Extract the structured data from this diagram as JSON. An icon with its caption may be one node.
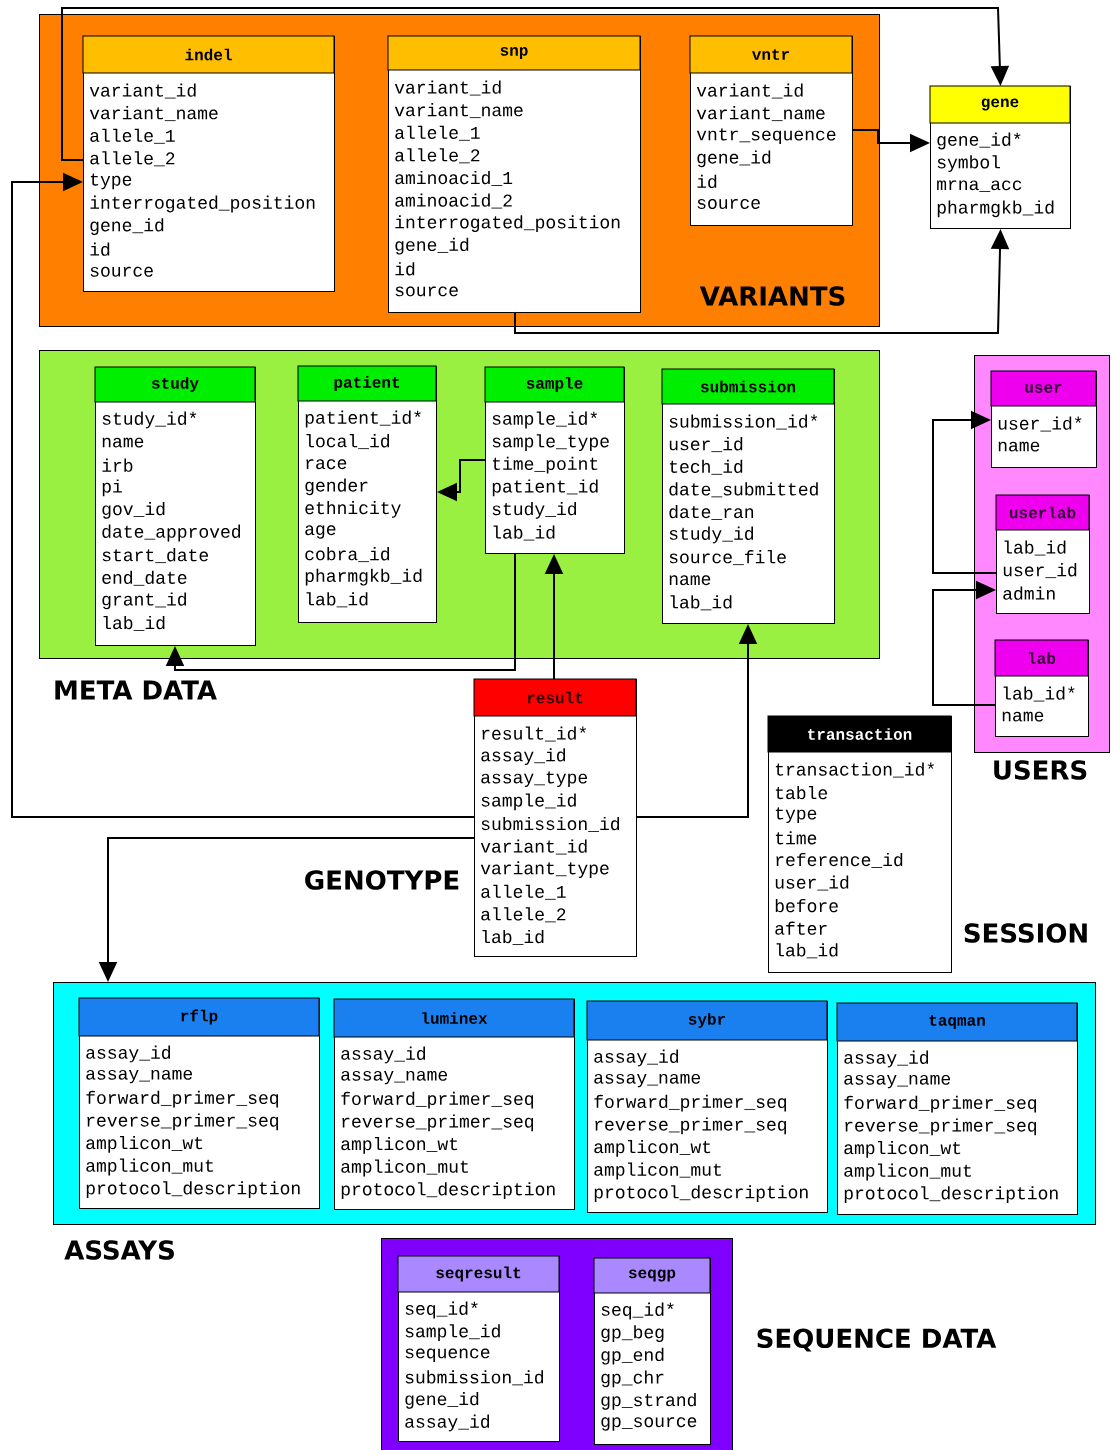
{
  "diagram": {
    "nodes": [
      {
        "text": [
          "VARIANTS"
        ]
      },
      {
        "text": [
          "indel",
          "variant_id",
          "variant_name",
          "allele_1",
          "allele_2",
          "type",
          "interrogated_position",
          "gene_id",
          "id",
          "source"
        ],
        "in": 0
      },
      {
        "text": [
          "snp",
          "variant_id",
          "variant_name",
          "allele_1",
          "allele_2",
          "aminoacid_1",
          "aminoacid_2",
          "interrogated_position",
          "gene_id",
          "id",
          "source"
        ],
        "in": 0
      },
      {
        "text": [
          "vntr",
          "variant_id",
          "variant_name",
          "vntr_sequence",
          "gene_id",
          "id",
          "source"
        ],
        "in": 0
      },
      {
        "text": [
          "gene",
          "gene_id*",
          "symbol",
          "mrna_acc",
          "pharmgkb_id"
        ]
      },
      {
        "text": [
          "META DATA"
        ]
      },
      {
        "text": [
          "study",
          "study_id*",
          "name",
          "irb",
          "pi",
          "gov_id",
          "date_approved",
          "start_date",
          "end_date",
          "grant_id",
          "lab_id"
        ],
        "in": 5
      },
      {
        "text": [
          "patient",
          "patient_id*",
          "local_id",
          "race",
          "gender",
          "ethnicity",
          "age",
          "cobra_id",
          "pharmgkb_id",
          "lab_id"
        ],
        "in": 5
      },
      {
        "text": [
          "sample",
          "sample_id*",
          "sample_type",
          "time_point",
          "patient_id",
          "study_id",
          "lab_id"
        ],
        "in": 5
      },
      {
        "text": [
          "submission",
          "submission_id*",
          "user_id",
          "tech_id",
          "date_submitted",
          "date_ran",
          "study_id",
          "source_file",
          "name",
          "lab_id"
        ],
        "in": 5
      },
      {
        "text": [
          "USERS"
        ]
      },
      {
        "text": [
          "user",
          "user_id*",
          "name"
        ],
        "in": 10
      },
      {
        "text": [
          "userlab",
          "lab_id",
          "user_id",
          "admin"
        ],
        "in": 10
      },
      {
        "text": [
          "lab",
          "lab_id*",
          "name"
        ],
        "in": 10
      },
      {
        "text": [
          "result",
          "result_id*",
          "assay_id",
          "assay_type",
          "sample_id",
          "submission_id",
          "variant_id",
          "variant_type",
          "allele_1",
          "allele_2",
          "lab_id"
        ],
        "beside": [
          "GENOTYPE"
        ]
      },
      {
        "text": [
          "transaction",
          "transaction_id*",
          "table",
          "type",
          "time",
          "reference_id",
          "user_id",
          "before",
          "after",
          "lab_id"
        ],
        "beside": [
          "SESSION"
        ]
      },
      {
        "text": [
          "ASSAYS"
        ]
      },
      {
        "text": [
          "rflp",
          "assay_id",
          "assay_name",
          "forward_primer_seq",
          "reverse_primer_seq",
          "amplicon_wt",
          "amplicon_mut",
          "protocol_description"
        ],
        "in": 16
      },
      {
        "text": [
          "luminex",
          "assay_id",
          "assay_name",
          "forward_primer_seq",
          "reverse_primer_seq",
          "amplicon_wt",
          "amplicon_mut",
          "protocol_description"
        ],
        "in": 16
      },
      {
        "text": [
          "sybr",
          "assay_id",
          "assay_name",
          "forward_primer_seq",
          "reverse_primer_seq",
          "amplicon_wt",
          "amplicon_mut",
          "protocol_description"
        ],
        "in": 16
      },
      {
        "text": [
          "taqman",
          "assay_id",
          "assay_name",
          "forward_primer_seq",
          "reverse_primer_seq",
          "amplicon_wt",
          "amplicon_mut",
          "protocol_description"
        ],
        "in": 16
      },
      {
        "text": [
          "SEQUENCE DATA"
        ]
      },
      {
        "text": [
          "seqresult",
          "seq_id*",
          "sample_id",
          "sequence",
          "submission_id",
          "gene_id",
          "assay_id"
        ],
        "in": 21
      },
      {
        "text": [
          "seqgp",
          "seq_id*",
          "gp_beg",
          "gp_end",
          "gp_chr",
          "gp_strand",
          "gp_source"
        ],
        "in": 21
      }
    ],
    "edges": [
      {
        "from": 1,
        "to": 4,
        "arrow": "to"
      },
      {
        "from": 3,
        "to": 4,
        "arrow": "to"
      },
      {
        "from": 2,
        "to": 4,
        "arrow": "to"
      },
      {
        "from": 14,
        "to": 1,
        "arrow": "to"
      },
      {
        "from": 8,
        "to": 7,
        "arrow": "to"
      },
      {
        "from": 8,
        "to": 6,
        "arrow": "to"
      },
      {
        "from": 14,
        "to": 8,
        "arrow": "to"
      },
      {
        "from": 14,
        "to": 9,
        "arrow": "to"
      },
      {
        "from": 14,
        "to": 16,
        "arrow": "to"
      },
      {
        "from": 12,
        "to": 11,
        "arrow": "to"
      },
      {
        "from": 13,
        "to": 12,
        "arrow": "to"
      }
    ]
  }
}
